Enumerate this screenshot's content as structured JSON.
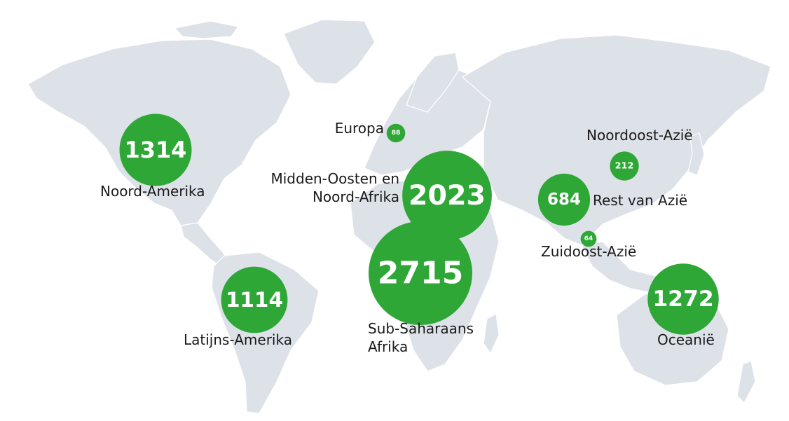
{
  "colors": {
    "land": "#dde1e8",
    "bubble": "#2ea737",
    "bubble_text": "#ffffff",
    "label_text": "#1a1a1a",
    "background": "#ffffff"
  },
  "regions": [
    {
      "id": "noord-amerika",
      "label_lines": [
        "Noord-Amerika"
      ],
      "value": 1314,
      "value_text": "1314"
    },
    {
      "id": "latijns-amerika",
      "label_lines": [
        "Latijns-Amerika"
      ],
      "value": 1114,
      "value_text": "1114"
    },
    {
      "id": "europa",
      "label_lines": [
        "Europa"
      ],
      "value": 88,
      "value_text": "88"
    },
    {
      "id": "midden-oosten-noord-afrika",
      "label_lines": [
        "Midden-Oosten en",
        "Noord-Afrika"
      ],
      "value": 2023,
      "value_text": "2023"
    },
    {
      "id": "sub-saharaans-afrika",
      "label_lines": [
        "Sub-Saharaans",
        "Afrika"
      ],
      "value": 2715,
      "value_text": "2715"
    },
    {
      "id": "noordoost-azie",
      "label_lines": [
        "Noordoost-Azië"
      ],
      "value": 212,
      "value_text": "212"
    },
    {
      "id": "rest-van-azie",
      "label_lines": [
        "Rest van Azië"
      ],
      "value": 684,
      "value_text": "684"
    },
    {
      "id": "zuidoost-azie",
      "label_lines": [
        "Zuidoost-Azië"
      ],
      "value": 64,
      "value_text": "64"
    },
    {
      "id": "oceanie",
      "label_lines": [
        "Oceanië"
      ],
      "value": 1272,
      "value_text": "1272"
    }
  ]
}
